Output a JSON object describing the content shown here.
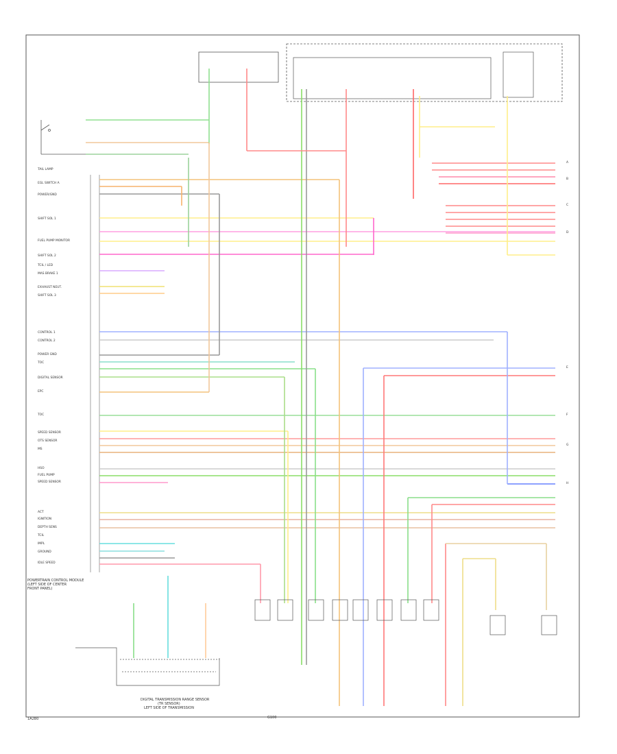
{
  "diagram": {
    "left_labels": [
      "TAIL LAMP",
      "EGL SWITCH A",
      "POWER/GND",
      "SHIFT SOL 1",
      "FUEL PUMP MONITOR",
      "SHIFT SOL 2",
      "TCIL / LED",
      "MAS BRAKE 1",
      "EXHAUST NEUT.",
      "SHIFT SOL 3",
      "CONTROL 1",
      "CONTROL 2",
      "POWER GND",
      "TOC",
      "DIGITAL SENSOR",
      "EPC",
      "TOC",
      "SPEED SENSOR",
      "OTS SENSOR",
      "MS",
      "HSO",
      "FUEL PUMP",
      "SPEED SENSOR",
      "ACT",
      "IGNITION",
      "DEPTH SENS",
      "TCIL",
      "IMPL",
      "GROUND",
      "IDLE SPEED"
    ],
    "module_label_lines": [
      "POWERTRAIN CONTROL MODULE",
      "(LEFT SIDE OF CENTER",
      "FRONT PANEL)"
    ],
    "sensor_label_lines": [
      "DIGITAL TRANSMISSION RANGE SENSOR",
      "(TR SENSOR)",
      "LEFT SIDE OF TRANSMISSION"
    ],
    "bottom_left_code": "1A2B0",
    "bottom_mid_code": "G100",
    "right_edge_letters": [
      "A",
      "B",
      "C",
      "D",
      "E",
      "F",
      "G",
      "H"
    ]
  }
}
